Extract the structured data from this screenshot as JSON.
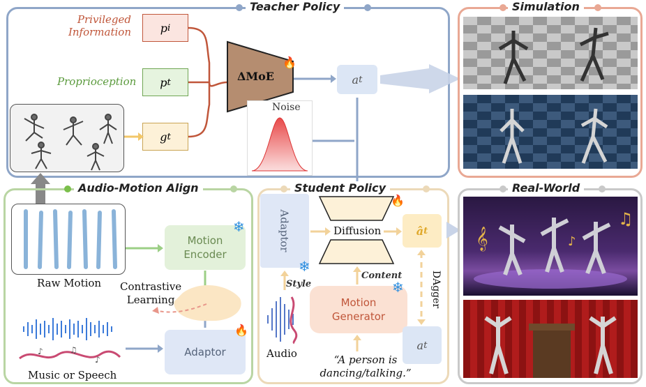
{
  "teacher": {
    "title": "Teacher Policy",
    "privileged": "Privileged\nInformation",
    "proprioception": "Proprioception",
    "p_i": "p",
    "p_i_sub": "i",
    "p_t": "p",
    "p_t_sub": "t",
    "g_t": "g",
    "g_t_sub": "t",
    "moe": "ΔMoE",
    "noise": "Noise",
    "a_t": "a",
    "a_t_sub": "t"
  },
  "simulation": {
    "title": "Simulation"
  },
  "align": {
    "title": "Audio-Motion Align",
    "raw_motion": "Raw Motion",
    "motion_encoder": "Motion\nEncoder",
    "contrastive": "Contrastive\nLearning",
    "adaptor": "Adaptor",
    "music": "Music or Speech"
  },
  "student": {
    "title": "Student Policy",
    "adaptor": "Adaptor",
    "diffusion": "Diffusion",
    "style": "Style",
    "content": "Content",
    "motion_generator": "Motion\nGenerator",
    "audio": "Audio",
    "quote": "“A person is\ndancing/talking.”",
    "dagger": "DAgger",
    "a_hat": "â",
    "a_hat_sub": "t",
    "a_t": "a",
    "a_t_sub": "t"
  },
  "real": {
    "title": "Real-World"
  },
  "colors": {
    "teacher_border": "#8fa6c8",
    "sim_border": "#e9a894",
    "align_border": "#b9d5a3",
    "student_border": "#ecd9b8",
    "real_border": "#c9c9c9",
    "privileged_text": "#c0563a",
    "proprio_text": "#5a9a3c",
    "moe_fill": "#b58d70"
  }
}
